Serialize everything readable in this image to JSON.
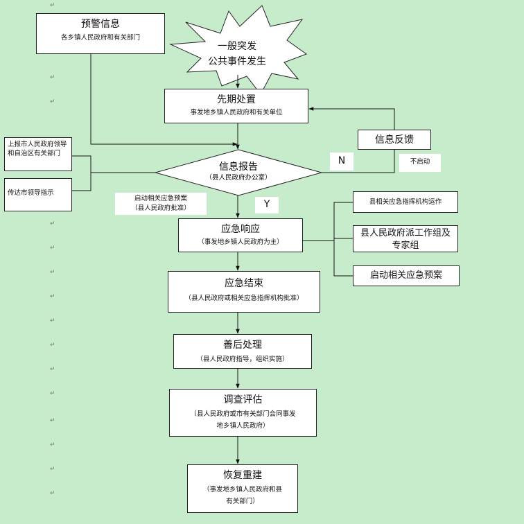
{
  "paragraph_mark": "↵",
  "nodes": {
    "warning": {
      "title": "预警信息",
      "sub": "各乡镇人民政府和有关部门"
    },
    "event": {
      "line1": "一般突发",
      "line2": "公共事件发生"
    },
    "first": {
      "title": "先期处置",
      "sub": "事发地乡镇人民政府和有关单位"
    },
    "feedback": {
      "title": "信息反馈"
    },
    "report": {
      "title": "信息报告",
      "sub": "（县人民政府办公室）"
    },
    "report_up": {
      "text": "上报市人民政府领导和自治区有关部门"
    },
    "relay": {
      "text": "传达市领导指示"
    },
    "response": {
      "title": "应急响应",
      "sub": "（事发地乡镇人民政府为主）"
    },
    "side1": {
      "text": "县相关应急指挥机构运作"
    },
    "side2": {
      "line1": "县人民政府派工作组及",
      "line2": "专家组"
    },
    "side3": {
      "text": "启动相关应急预案"
    },
    "end": {
      "title": "应急结束",
      "sub": "（县人民政府或相关应急指挥机构批准）"
    },
    "after": {
      "title": "善后处理",
      "sub": "（县人民政府指导，组织实施）"
    },
    "survey": {
      "title": "调查评估",
      "sub1": "（县人民政府或市有关部门会同事发",
      "sub2": "地乡镇人民政府）"
    },
    "rebuild": {
      "title": "恢复重建",
      "sub1": "（事发地乡镇人民政府和县",
      "sub2": "有关部门）"
    }
  },
  "labels": {
    "n": "N",
    "y": "Y",
    "no_start": "不启动",
    "start_plan_1": "启动相关应急预案",
    "start_plan_2": "（县人民政府批准）"
  }
}
